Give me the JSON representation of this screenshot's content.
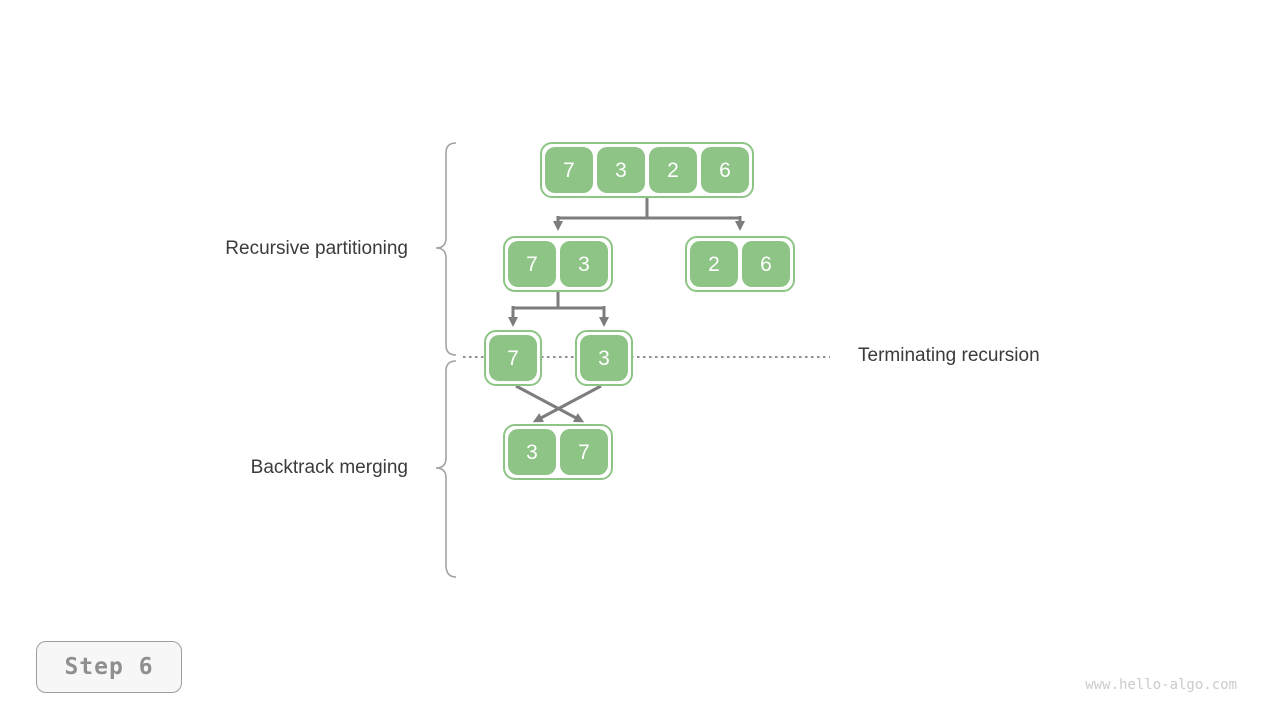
{
  "labels": {
    "recursive_partitioning": "Recursive partitioning",
    "terminating_recursion": "Terminating recursion",
    "backtrack_merging": "Backtrack merging"
  },
  "nodes": {
    "root": {
      "values": [
        "7",
        "3",
        "2",
        "6"
      ]
    },
    "left_pair": {
      "values": [
        "7",
        "3"
      ]
    },
    "right_pair": {
      "values": [
        "2",
        "6"
      ]
    },
    "single_left": {
      "values": [
        "7"
      ]
    },
    "single_right": {
      "values": [
        "3"
      ]
    },
    "merged_pair": {
      "values": [
        "3",
        "7"
      ]
    }
  },
  "step_badge": {
    "label": "Step 6"
  },
  "watermark": {
    "text": "www.hello-algo.com"
  },
  "colors": {
    "cell_green": "#8ec486",
    "arrow_gray": "#7d7d7d",
    "label_text": "#3b3b3b",
    "brace_gray": "#a3a3a3",
    "dotted_gray": "#8f8f8f",
    "badge_text": "#8f8f8f",
    "watermark_text": "#cbcbcb"
  }
}
